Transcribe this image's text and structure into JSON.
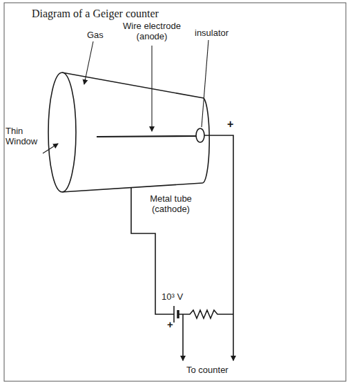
{
  "diagram": {
    "title": "Diagram of a Geiger counter",
    "labels": [
      "Gas",
      "Wire electrode (anode)",
      "insulator",
      "+",
      "Thin Window",
      "Metal tube (cathode)",
      "10³ V",
      "+",
      "To counter"
    ]
  }
}
